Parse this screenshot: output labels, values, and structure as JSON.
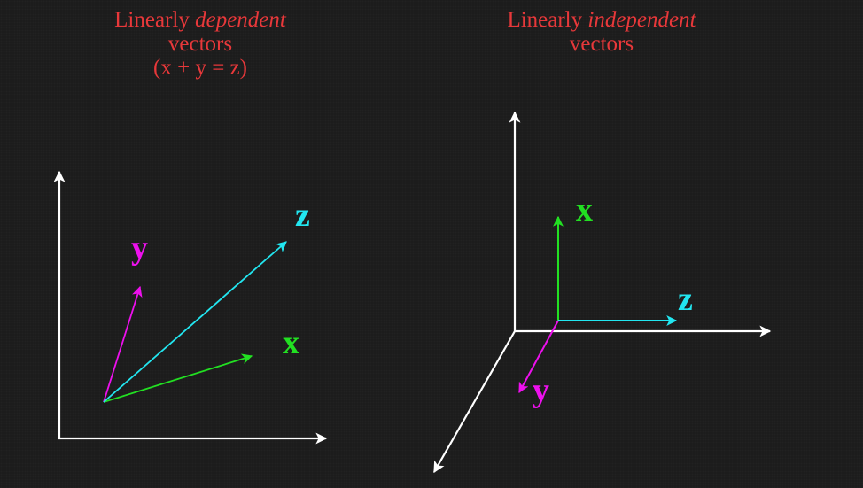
{
  "left_panel": {
    "title_word1": "Linearly",
    "title_word2": "dependent",
    "title_line2": "vectors",
    "title_line3": "(x + y = z)",
    "labels": {
      "x": "x",
      "y": "y",
      "z": "z"
    }
  },
  "right_panel": {
    "title_word1": "Linearly",
    "title_word2": "independent",
    "title_line2": "vectors",
    "labels": {
      "x": "x",
      "y": "y",
      "z": "z"
    }
  },
  "colors": {
    "background": "#1c1c1c",
    "title": "#e8383a",
    "axis": "#ffffff",
    "x_vector": "#22e022",
    "y_vector": "#ee10ee",
    "z_vector": "#22e6f0"
  }
}
